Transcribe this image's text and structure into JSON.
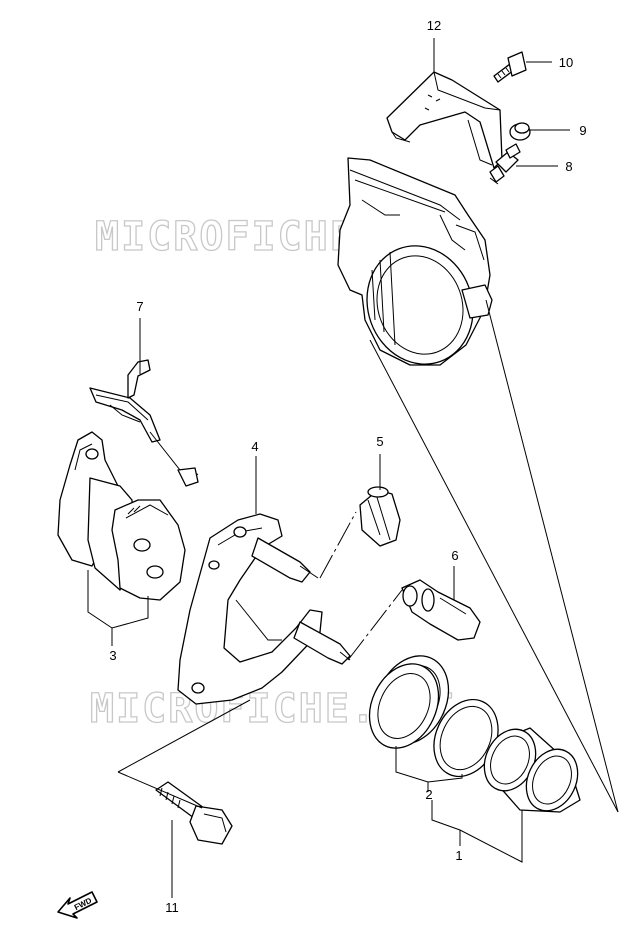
{
  "watermark": "MICROFICHE.NET",
  "fwd_label": "FWD",
  "callouts": {
    "c1": "1",
    "c2": "2",
    "c3": "3",
    "c4": "4",
    "c5": "5",
    "c6": "6",
    "c7": "7",
    "c8": "8",
    "c9": "9",
    "c10": "10",
    "c11": "11",
    "c12": "12"
  },
  "parts": [
    {
      "number": "1",
      "icon": "caliper-piston-icon"
    },
    {
      "number": "2",
      "icon": "piston-seal-icon"
    },
    {
      "number": "3",
      "icon": "brake-pad-set-icon"
    },
    {
      "number": "4",
      "icon": "caliper-bracket-icon"
    },
    {
      "number": "5",
      "icon": "boot-icon"
    },
    {
      "number": "6",
      "icon": "slide-pin-icon"
    },
    {
      "number": "7",
      "icon": "pad-spring-icon"
    },
    {
      "number": "8",
      "icon": "bleeder-valve-icon"
    },
    {
      "number": "9",
      "icon": "bleeder-cap-icon"
    },
    {
      "number": "10",
      "icon": "bolt-icon"
    },
    {
      "number": "11",
      "icon": "mounting-bolt-icon"
    },
    {
      "number": "12",
      "icon": "caliper-cover-icon"
    }
  ],
  "colors": {
    "line": "#000000",
    "background": "#ffffff",
    "watermark": "#c8c8c8"
  }
}
